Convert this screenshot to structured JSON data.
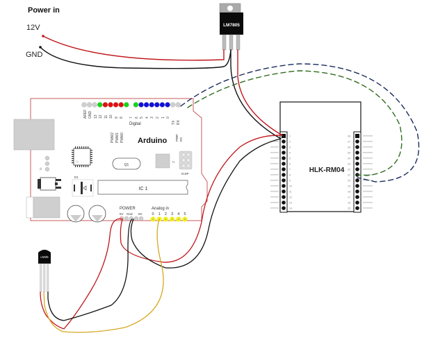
{
  "power_in": {
    "title": "Power in",
    "v12_label": "12V",
    "gnd_label": "GND"
  },
  "regulator": {
    "label": "LM7805"
  },
  "arduino": {
    "title": "Arduino",
    "digital_label": "Digital",
    "digital_pin_labels": [
      "AREF",
      "GND",
      "13",
      "12",
      "11",
      "10",
      "9",
      "8",
      "7",
      "6",
      "5",
      "4",
      "3",
      "2",
      "1",
      "0"
    ],
    "pwm_labels": [
      "PWM2",
      "PWM1",
      "PWM0"
    ],
    "txrx_labels": [
      "TX",
      "RX"
    ],
    "pwr_rx_labels": [
      "PWR",
      "RX"
    ],
    "crystal_label": "Q1",
    "ic_label": "IC 1",
    "icsp_label": "ICSP",
    "t1_label": "T1",
    "d1_label": "D1",
    "power_label": "POWER",
    "power_pin_labels": [
      "5V",
      "Gnd",
      "9V"
    ],
    "analog_label": "Analog in",
    "analog_pin_labels": [
      "0",
      "1",
      "2",
      "3",
      "4",
      "5"
    ],
    "pin_colors": {
      "grey": "#cfcfcf",
      "green": "#19d419",
      "red": "#e01010",
      "blue": "#1010d8",
      "yellow": "#f2f21a"
    },
    "board_outline_color": "#c8595c"
  },
  "sensor": {
    "label": "LM35"
  },
  "wifi_module": {
    "label": "HLK-RM04",
    "left_pin_numbers": [
      "1",
      "2",
      "3",
      "4",
      "5",
      "6",
      "7",
      "8",
      "9",
      "10",
      "11",
      "12",
      "13",
      "14"
    ],
    "right_pin_numbers": [
      "28",
      "27",
      "26",
      "25",
      "24",
      "23",
      "22",
      "21",
      "20",
      "19",
      "18",
      "17",
      "16",
      "15"
    ]
  },
  "wire_colors": {
    "red": "#c0161b",
    "black": "#111111",
    "yellow": "#d6a820",
    "blue_dashed": "#1a2a5a",
    "green_dashed": "#2e6b1e"
  }
}
